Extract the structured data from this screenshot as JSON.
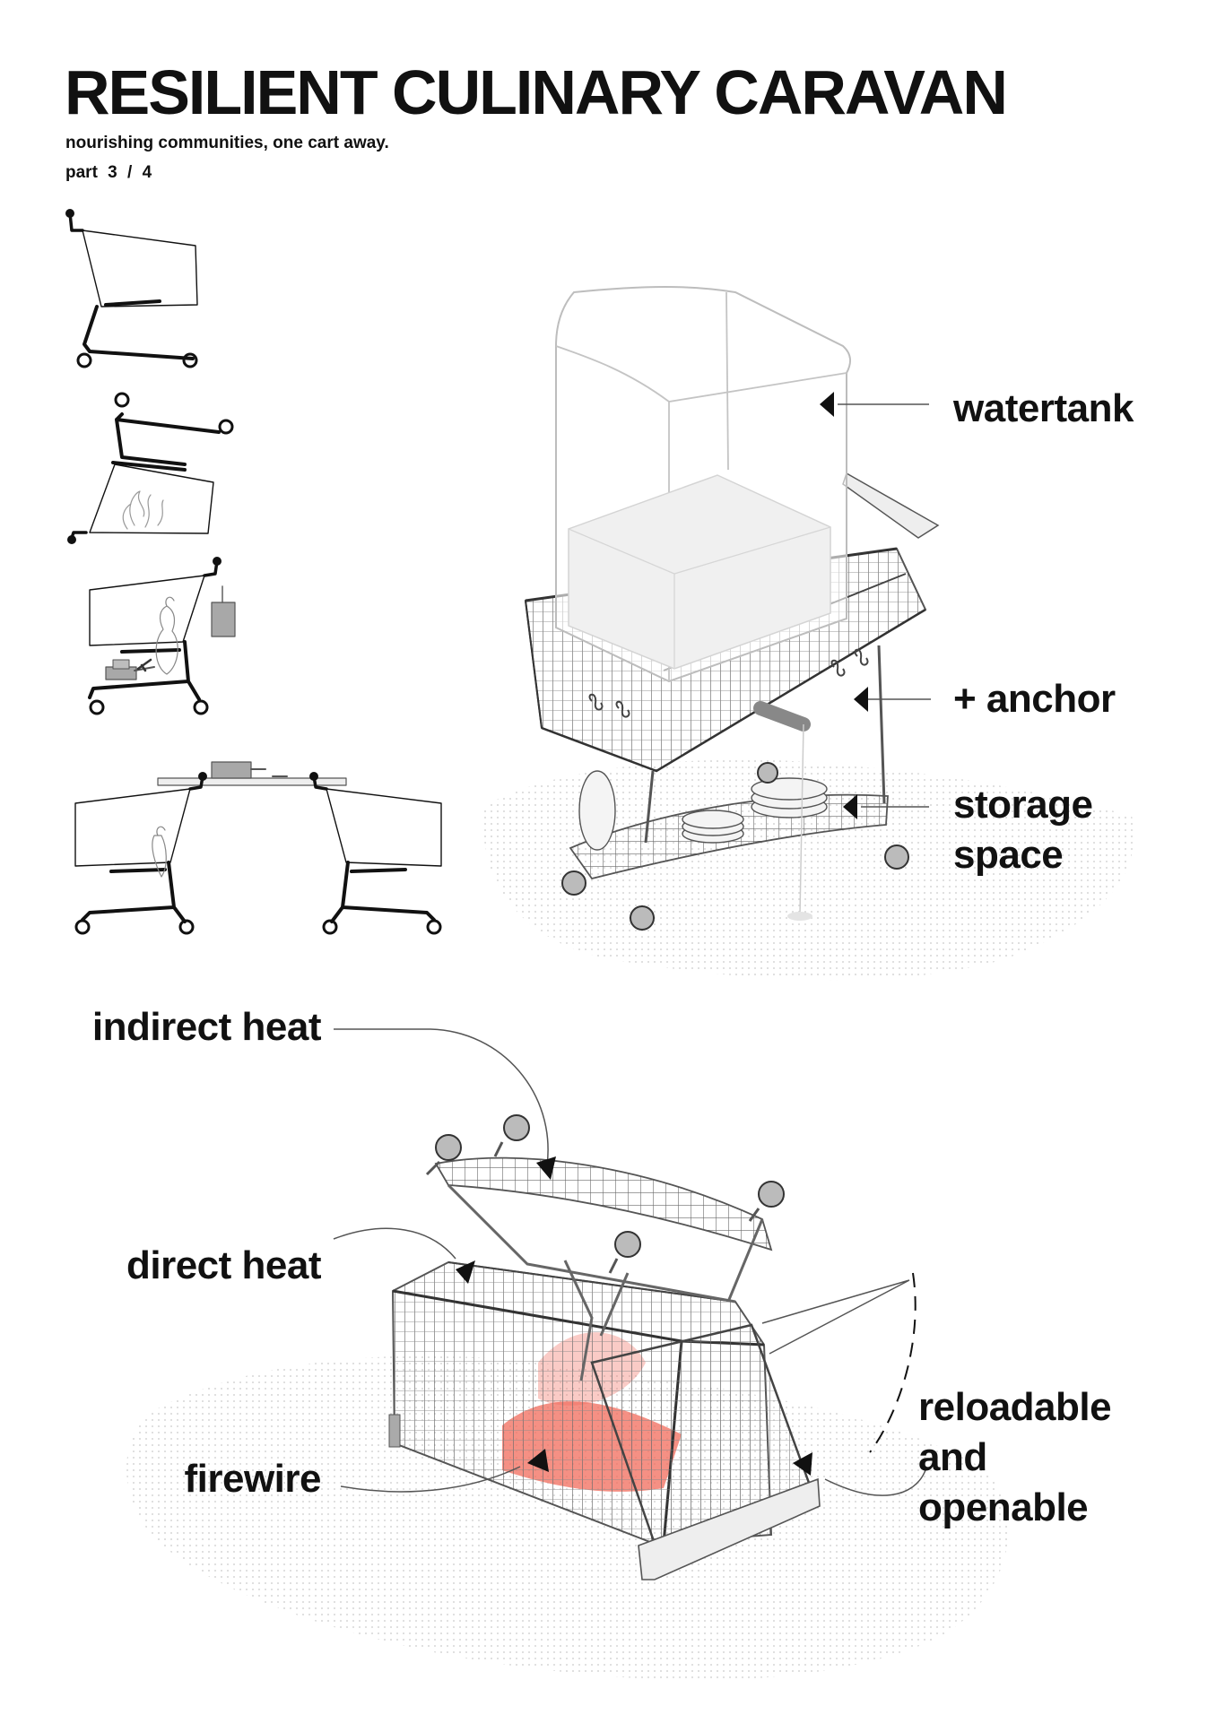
{
  "header": {
    "title": "RESILIENT CULINARY CARAVAN",
    "subtitle": "nourishing communities, one cart away.",
    "part": "part  3 / 4"
  },
  "upper_labels": {
    "watertank": "watertank",
    "anchor": "+ anchor",
    "storage_line1": "storage",
    "storage_line2": "space"
  },
  "lower_labels": {
    "indirect_heat": "indirect heat",
    "direct_heat": "direct heat",
    "firewire": "firewire",
    "reloadable_line1": "reloadable",
    "reloadable_line2": "and",
    "reloadable_line3": "openable"
  },
  "colors": {
    "ink": "#111111",
    "wire": "#555555",
    "tank": "#bdbdbd",
    "ground_dots": "#cfcfcf",
    "fire": "#f26b5b",
    "box": "#a8a8a8"
  }
}
